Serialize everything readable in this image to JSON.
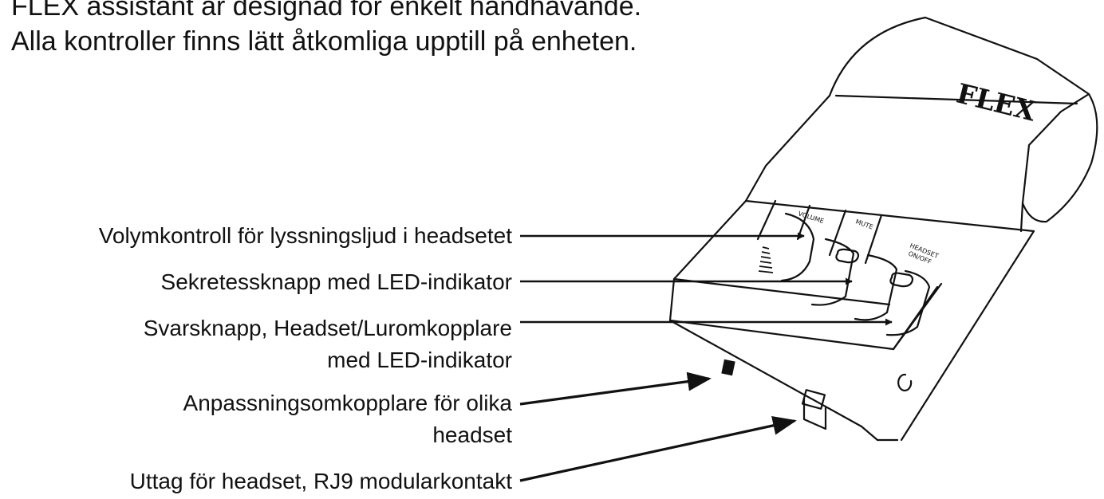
{
  "intro": {
    "line1": "FLEX assistant är designad för enkelt handhavande.",
    "line2": "Alla kontroller finns lätt åtkomliga upptill på enheten."
  },
  "device": {
    "brand": "FLEX",
    "panel_labels": {
      "volume": "VOLUME",
      "mute": "MUTE",
      "headset_line1": "HEADSET",
      "headset_line2": "ON/OFF"
    }
  },
  "callouts": [
    {
      "lines": [
        "Volymkontroll för lyssningsljud i headsetet"
      ]
    },
    {
      "lines": [
        "Sekretessknapp med LED-indikator"
      ]
    },
    {
      "lines": [
        "Svarsknapp, Headset/Luromkopplare",
        "med LED-indikator"
      ]
    },
    {
      "lines": [
        "Anpassningsomkopplare för olika",
        "headset"
      ]
    },
    {
      "lines": [
        "Uttag för headset, RJ9 modularkontakt"
      ]
    }
  ],
  "colors": {
    "line": "#111111",
    "background": "#ffffff"
  }
}
